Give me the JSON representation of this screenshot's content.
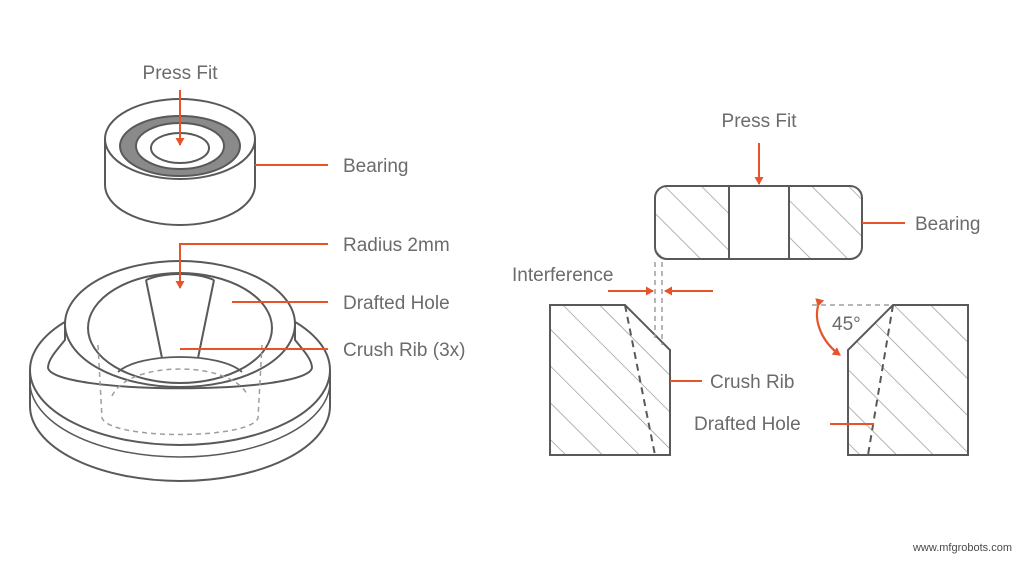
{
  "colors": {
    "line": "#595959",
    "accent": "#e8542a",
    "hatch": "#8c8c8c",
    "dashed": "#9e9e9e",
    "bearing_fill": "#8a8a8a",
    "text": "#6b6b6b"
  },
  "left_view": {
    "press_fit": "Press Fit",
    "bearing": "Bearing",
    "radius": "Radius 2mm",
    "drafted_hole": "Drafted Hole",
    "crush_rib": "Crush Rib (3x)"
  },
  "right_view": {
    "press_fit": "Press Fit",
    "bearing": "Bearing",
    "interference": "Interference",
    "angle": "45°",
    "crush_rib": "Crush Rib",
    "drafted_hole": "Drafted Hole"
  },
  "watermark": "www.mfgrobots.com"
}
